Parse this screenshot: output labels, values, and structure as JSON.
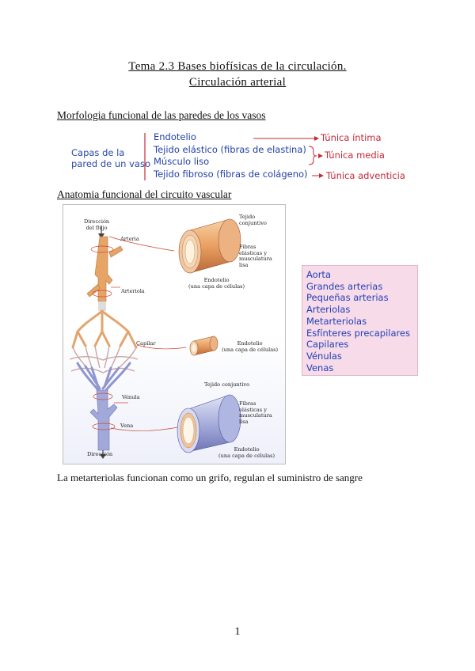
{
  "title": {
    "line1": "Tema 2.3 Bases biofísicas de la circulación.",
    "line2": "Circulación arterial"
  },
  "section1": {
    "heading": "Morfologia funcional de las paredes de los vasos",
    "caps_line1": "Capas de la",
    "caps_line2": "pared de un vaso",
    "layers": [
      "Endotelio",
      "Tejido elástico (fibras de elastina)",
      "Músculo liso",
      "Tejido fibroso (fibras de colágeno)"
    ],
    "tunicas": [
      "Túnica íntima",
      "Túnica media",
      "Túnica adventicia"
    ],
    "colors": {
      "blue": "#2340a8",
      "red": "#c42a3a"
    }
  },
  "section2": {
    "heading": "Anatomia funcional del circuito vascular",
    "figure_labels": {
      "direccion_flujo_1": "Dirección",
      "direccion_flujo_2": "del flujo",
      "arteria": "Arteria",
      "arteriola": "Arteriola",
      "capilar": "Capilar",
      "venula": "Vénula",
      "vena": "Vena",
      "direccion": "Dirección",
      "tejido1_a": "Tejido",
      "tejido1_b": "conjuntivo",
      "fibras1_a": "Fibras",
      "fibras1_b": "elásticas y",
      "fibras1_c": "musculatura",
      "fibras1_d": "lisa",
      "endotelio1_a": "Endotelio",
      "endotelio1_b": "(una capa de células)",
      "endotelio2_a": "Endotelio",
      "endotelio2_b": "(una capa de células)",
      "tejido2": "Tejido conjuntivo",
      "fibras2_a": "Fibras",
      "fibras2_b": "elásticas y",
      "fibras2_c": "musculatura",
      "fibras2_d": "lisa",
      "endotelio3_a": "Endotelio",
      "endotelio3_b": "(una capa de células)"
    },
    "vessel_list": [
      "Aorta",
      "Grandes arterias",
      "Pequeñas arterias",
      "Arteriolas",
      "Metarteriolas",
      "Esfínteres precapilares",
      "Capilares",
      "Vénulas",
      "Venas"
    ]
  },
  "paragraph": "La metarteriolas funcionan como un grifo, regulan el suministro de sangre",
  "page_number": "1"
}
